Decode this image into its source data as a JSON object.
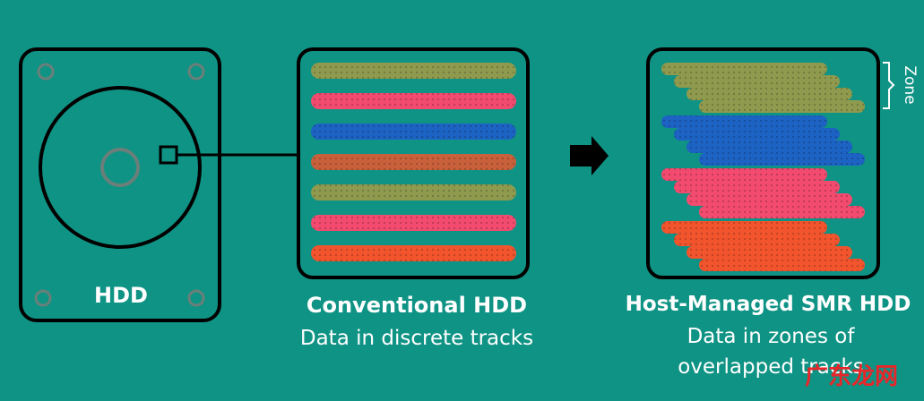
{
  "hdd": {
    "label": "HDD"
  },
  "conventional": {
    "title": "Conventional HDD",
    "subtitle": "Data in discrete tracks",
    "track_colors": [
      "#8f9a4e",
      "#f24b6f",
      "#1d63c4",
      "#c8603b",
      "#8f9a4e",
      "#f24b6f",
      "#f2542d"
    ]
  },
  "arrow": {
    "icon": "right-arrow-icon"
  },
  "smr": {
    "title": "Host-Managed SMR HDD",
    "subtitle_line1": "Data in zones of",
    "subtitle_line2": "overlapped tracks",
    "zone_label": "Zone",
    "zones": [
      {
        "colors": [
          "#8f9a4e",
          "#8f9a4e",
          "#8f9a4e",
          "#8f9a4e"
        ]
      },
      {
        "colors": [
          "#1d63c4",
          "#1d63c4",
          "#1d63c4",
          "#1d63c4"
        ]
      },
      {
        "colors": [
          "#f24b6f",
          "#f24b6f",
          "#f24b6f",
          "#f24b6f"
        ]
      },
      {
        "colors": [
          "#f2542d",
          "#f2542d",
          "#f2542d",
          "#f2542d"
        ]
      }
    ]
  },
  "watermark": "广东龙网"
}
